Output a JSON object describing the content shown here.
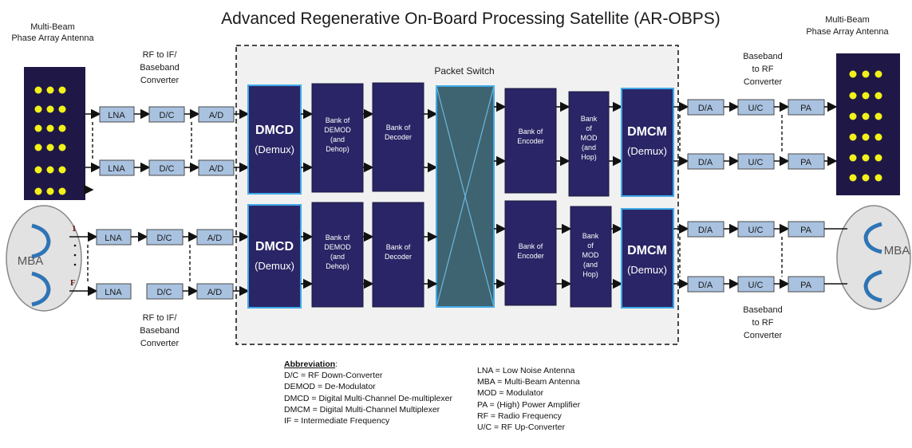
{
  "title": "Advanced Regenerative On-Board Processing Satellite (AR-OBPS)",
  "left_antenna_label": [
    "Multi-Beam",
    "Phase Array Antenna"
  ],
  "right_antenna_label": [
    "Multi-Beam",
    "Phase Array Antenna"
  ],
  "rf_if_top": [
    "RF to IF/",
    "Baseband",
    "Converter"
  ],
  "rf_if_bottom": [
    "RF to IF/",
    "Baseband",
    "Converter"
  ],
  "baseband_rf_top": [
    "Baseband",
    "to RF",
    "Converter"
  ],
  "baseband_rf_bottom": [
    "Baseband",
    "to RF",
    "Converter"
  ],
  "packet_switch_label": "Packet Switch",
  "blocks": {
    "lna": "LNA",
    "dc": "D/C",
    "ad": "A/D",
    "da": "D/A",
    "uc": "U/C",
    "pa": "PA",
    "dmcd": "DMCD",
    "dmcd_sub": "(Demux)",
    "dmcm": "DMCM",
    "dmcm_sub": "(Demux)",
    "demod": [
      "Bank of",
      "DEMOD",
      "(and",
      "Dehop)"
    ],
    "decoder": [
      "Bank of",
      "Decoder"
    ],
    "encoder": [
      "Bank of",
      "Encoder"
    ],
    "mod": [
      "Bank",
      "of",
      "MOD",
      "(and",
      "Hop)"
    ]
  },
  "mba_label": "MBA",
  "mba_port_first": "1",
  "mba_port_last": "F",
  "abbreviation_title": "Abbreviation",
  "abbreviations_left": [
    "D/C = RF Down-Converter",
    "DEMOD = De-Modulator",
    "DMCD =  Digital Multi-Channel De-multiplexer",
    "DMCM =  Digital Multi-Channel Multiplexer",
    "IF = Intermediate Frequency"
  ],
  "abbreviations_right": [
    "LNA = Low Noise Antenna",
    "MBA = Multi-Beam Antenna",
    "MOD = Modulator",
    "PA = (High) Power Amplifier",
    "RF = Radio Frequency",
    "U/C = RF Up-Converter"
  ],
  "colors": {
    "light_block": "#a9c2e0",
    "dark_block": "#2a2566",
    "dmc_border": "#3fa9e8",
    "switch_fill": "#3d6470",
    "antenna_panel": "#1f1846",
    "antenna_element": "#f2f21a"
  }
}
